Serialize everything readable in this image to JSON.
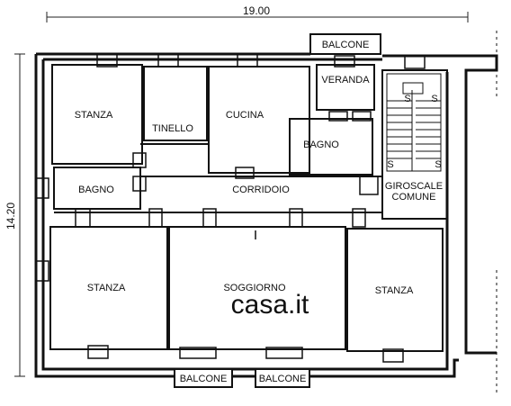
{
  "dimensions": {
    "width": "19.00",
    "height": "14.20"
  },
  "rooms": {
    "stanza_top_left": "STANZA",
    "tinello": "TINELLO",
    "cucina": "CUCINA",
    "veranda": "VERANDA",
    "bagno_right": "BAGNO",
    "bagno_left": "BAGNO",
    "corridoio": "CORRIDOIO",
    "giroscale_1": "GIROSCALE",
    "giroscale_2": "COMUNE",
    "stanza_bottom_left": "STANZA",
    "soggiorno": "SOGGIORNO",
    "stanza_bottom_right": "STANZA"
  },
  "balconies": {
    "top": "BALCONE",
    "bottom_left": "BALCONE",
    "bottom_right": "BALCONE"
  },
  "stair_marks": [
    "S",
    "S",
    "S",
    "S"
  ],
  "watermark": "casa.it"
}
